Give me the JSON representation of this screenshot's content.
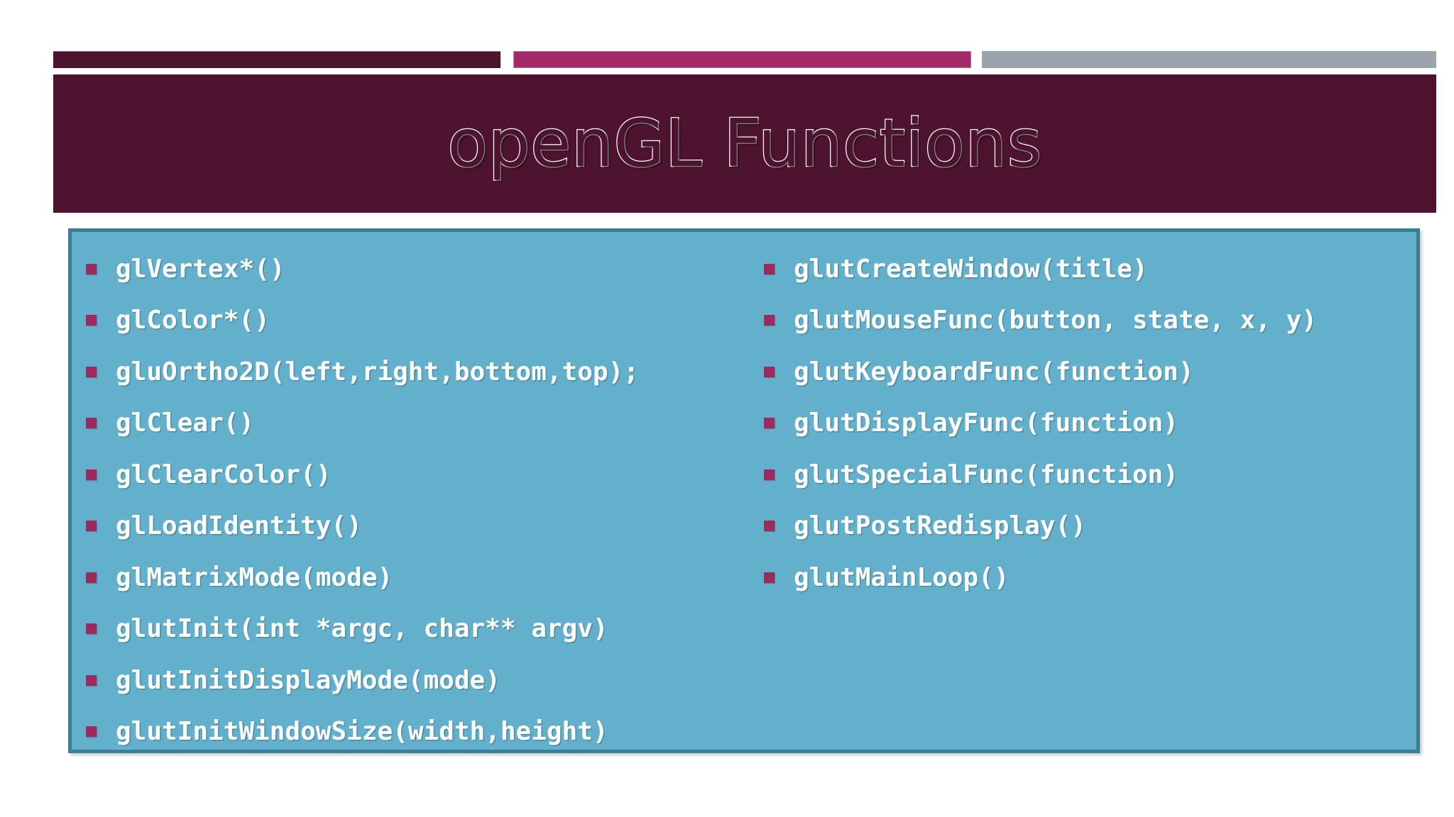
{
  "slide": {
    "title": "openGL Functions",
    "accent_dark": "#4e142f",
    "accent_pink": "#a32a68",
    "accent_gray": "#9ba3ad",
    "panel_fill": "#63b0cc",
    "panel_border": "#3b7f96",
    "bullet_color": "#9c2a5c",
    "text_color": "#ffffff"
  },
  "decor": {
    "bar_left_label": "dark-bar",
    "bar_middle_label": "pink-bar",
    "bar_right_label": "gray-bar"
  },
  "content": {
    "left_column": [
      "glVertex*()",
      "glColor*()",
      "gluOrtho2D(left,right,bottom,top);",
      "glClear()",
      "glClearColor()",
      "glLoadIdentity()",
      "glMatrixMode(mode)",
      "glutInit(int *argc, char** argv)",
      "glutInitDisplayMode(mode)",
      "glutInitWindowSize(width,height)"
    ],
    "right_column": [
      "glutCreateWindow(title)",
      "glutMouseFunc(button, state, x, y)",
      "glutKeyboardFunc(function)",
      "glutDisplayFunc(function)",
      "glutSpecialFunc(function)",
      "glutPostRedisplay()",
      "glutMainLoop()"
    ]
  }
}
